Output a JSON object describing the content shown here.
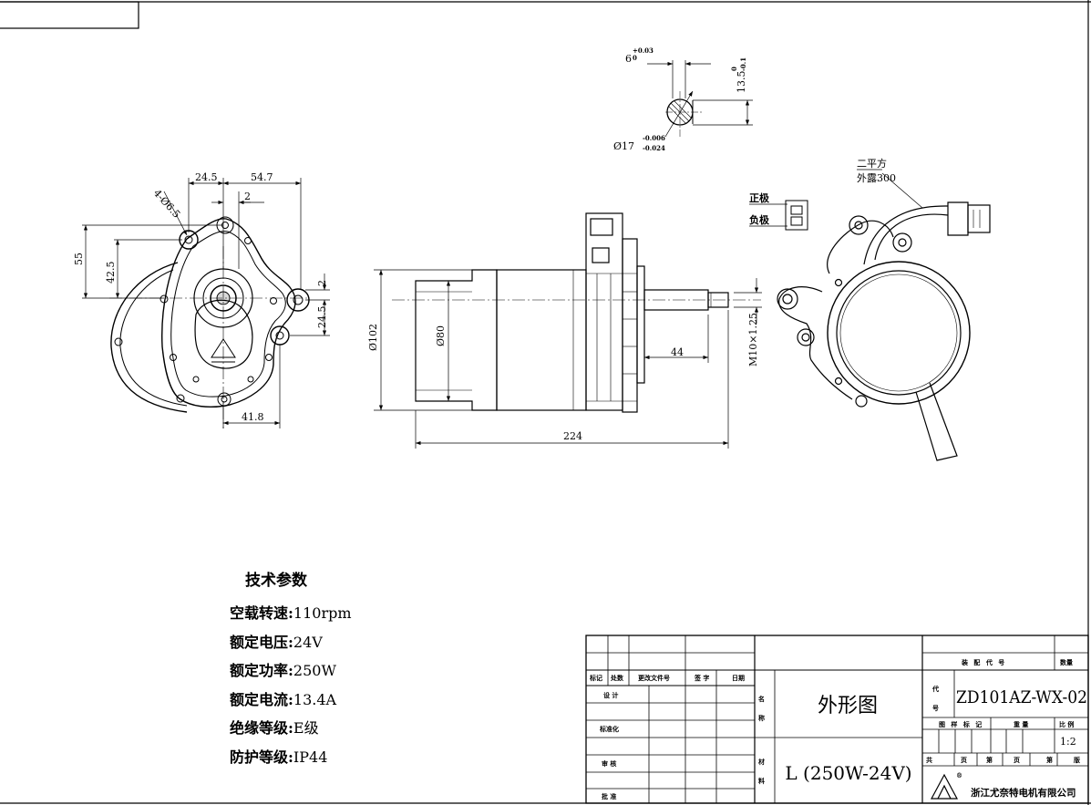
{
  "specs": {
    "heading": "技术参数",
    "rows": [
      {
        "label": "空载转速:",
        "value": "110rpm"
      },
      {
        "label": "额定电压:",
        "value": "24V"
      },
      {
        "label": "额定功率:",
        "value": "250W"
      },
      {
        "label": "额定电流:",
        "value": "13.4A"
      },
      {
        "label": "绝缘等级:",
        "value": "E级"
      },
      {
        "label": "防护等级:",
        "value": "IP44"
      }
    ]
  },
  "front_view": {
    "dims": [
      "24.5",
      "54.7",
      "2",
      "4-Ø6.5",
      "55",
      "42.5",
      "2",
      "24.5",
      "41.8"
    ]
  },
  "side_view": {
    "dims": [
      "Ø102",
      "Ø80",
      "44",
      "M10×1.25",
      "224"
    ]
  },
  "shaft_detail": {
    "dims": [
      "6",
      "+0.03",
      "0",
      "13.5",
      "0",
      "-0.1",
      "Ø17",
      "-0.006",
      "-0.024"
    ]
  },
  "connector": {
    "positive": "正极",
    "negative": "负极",
    "wire_type": "二平方",
    "wire_length": "外露300"
  },
  "title_block": {
    "rev_headers": [
      "标记",
      "处数",
      "更改文件号",
      "签 字",
      "日期"
    ],
    "roles": [
      "设 计",
      "标准化",
      "审 核",
      "批 准"
    ],
    "name_label": "名称",
    "name_value": "外形图",
    "material_label": "材料",
    "material_value": "L (250W-24V)",
    "assembly_code_label": "装 配 代 号",
    "quantity_label": "数量",
    "code_label": "代号",
    "code_value": "ZD101AZ-WX-02",
    "stage_label": "图 样 标 记",
    "weight_label": "重 量",
    "scale_label": "比 例",
    "scale_value": "1:2",
    "sheets_labels": [
      "共",
      "页",
      "第",
      "页",
      "第",
      "版"
    ],
    "company": "浙江尤奈特电机有限公司",
    "logo_mark": "®"
  }
}
